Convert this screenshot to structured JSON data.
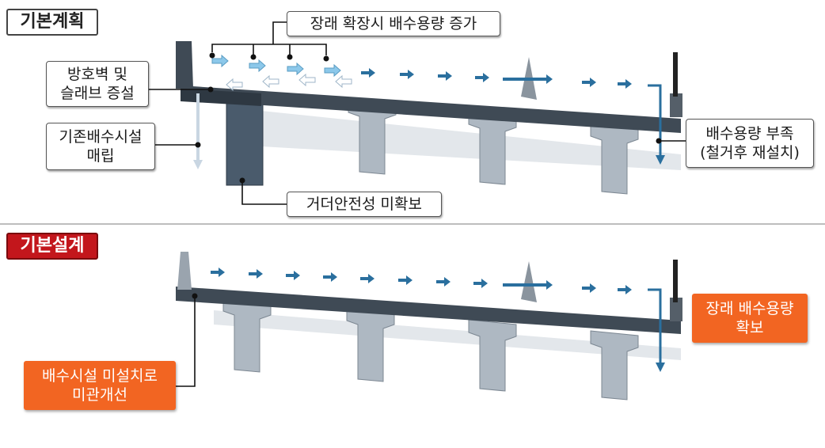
{
  "sections": {
    "plan_title": "기본계획",
    "design_title": "기본설계"
  },
  "labels": {
    "future_capacity": "장래 확장시 배수용량 증가",
    "barrier_line1": "방호벽 및",
    "barrier_line2": "슬래브 증설",
    "existing_line1": "기존배수시설",
    "existing_line2": "매립",
    "girder": "거더안전성 미확보",
    "shortage_line1": "배수용량 부족",
    "shortage_line2": "(철거후 재설치)",
    "secure_line1": "장래 배수용량",
    "secure_line2": "확보",
    "no_install_line1": "배수시설 미설치로",
    "no_install_line2": "미관개선"
  },
  "colors": {
    "deck": "#3f4a55",
    "pier": "#aeb8c2",
    "flow_arrow": "#2a6f9e",
    "new_arrow": "#6fb3d9",
    "highlight": "#f26522",
    "design_tag": "#c3161c"
  }
}
